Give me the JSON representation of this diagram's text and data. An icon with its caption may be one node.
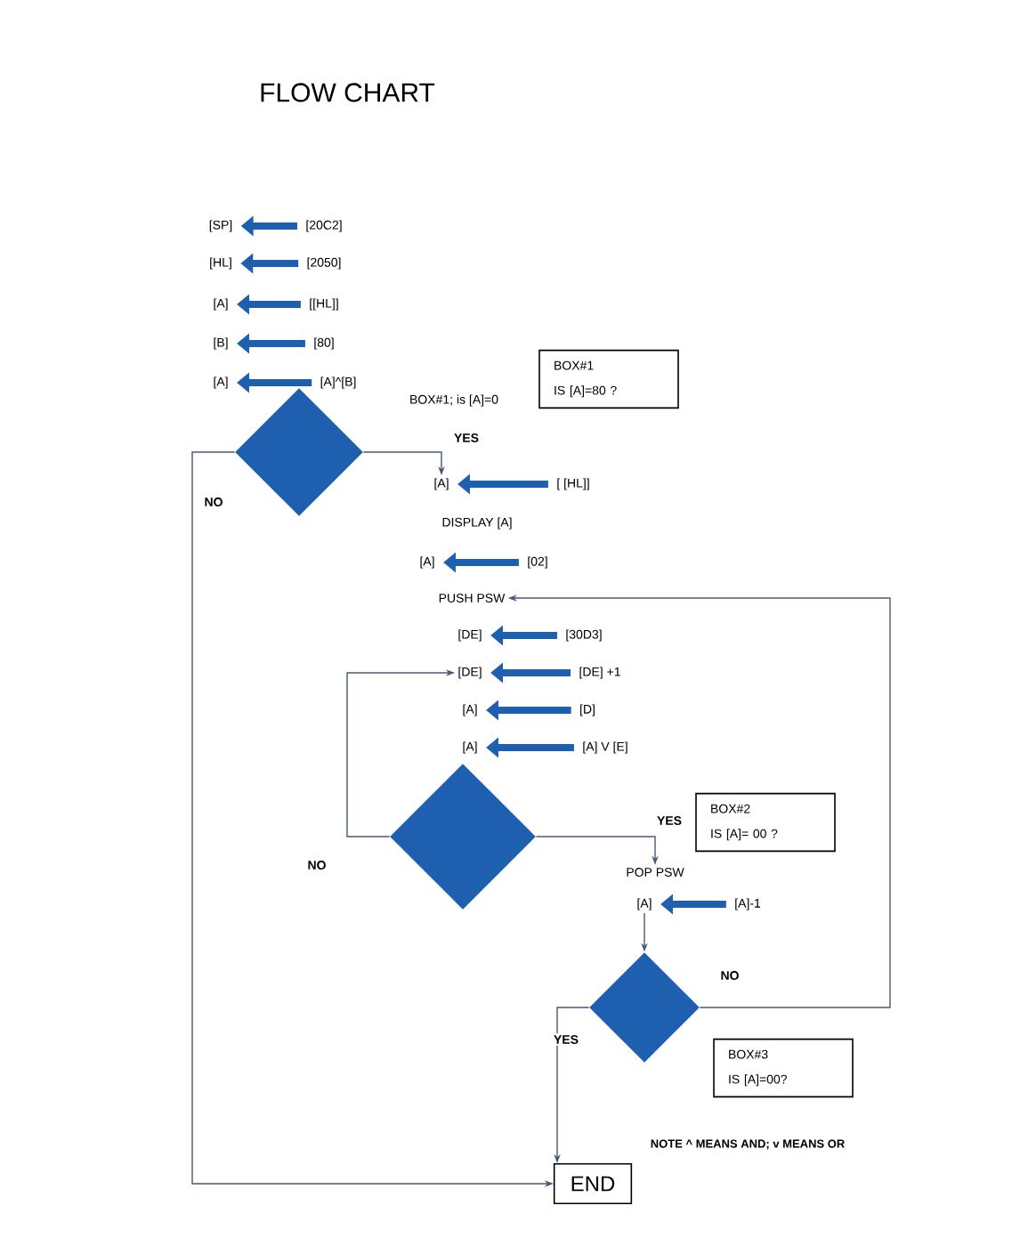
{
  "diagram": {
    "title": "FLOW CHART",
    "nodes": [
      {
        "text": [
          "[SP]"
        ]
      },
      {
        "text": [
          "[20C2]"
        ]
      },
      {
        "text": [
          "[HL]"
        ]
      },
      {
        "text": [
          "[2050]"
        ]
      },
      {
        "text": [
          "[A]"
        ]
      },
      {
        "text": [
          "[[HL]]"
        ]
      },
      {
        "text": [
          "[B]"
        ]
      },
      {
        "text": [
          "[80]"
        ]
      },
      {
        "text": [
          "[A]"
        ]
      },
      {
        "text": [
          "[A]^[B]"
        ]
      },
      {
        "text": [],
        "shape": "diamond"
      },
      {
        "text": [
          "BOX#1; is [A]=0"
        ]
      },
      {
        "text": [
          "BOX#1",
          "IS [A]=80 ?"
        ]
      },
      {
        "text": [
          "[A]"
        ]
      },
      {
        "text": [
          "[ [HL]]"
        ]
      },
      {
        "text": [
          "DISPLAY [A]"
        ]
      },
      {
        "text": [
          "[A]"
        ]
      },
      {
        "text": [
          "[02]"
        ]
      },
      {
        "text": [
          "PUSH PSW"
        ]
      },
      {
        "text": [
          "[DE]"
        ]
      },
      {
        "text": [
          "[30D3]"
        ]
      },
      {
        "text": [
          "[DE]"
        ]
      },
      {
        "text": [
          "[DE] +1"
        ]
      },
      {
        "text": [
          "[A]"
        ]
      },
      {
        "text": [
          "[D]"
        ]
      },
      {
        "text": [
          "[A]"
        ]
      },
      {
        "text": [
          "[A] V [E]"
        ]
      },
      {
        "text": [],
        "shape": "diamond"
      },
      {
        "text": [
          "BOX#2",
          "IS [A]= 00 ?"
        ]
      },
      {
        "text": [
          "POP PSW"
        ]
      },
      {
        "text": [
          "[A]"
        ]
      },
      {
        "text": [
          "[A]-1"
        ]
      },
      {
        "text": [],
        "shape": "diamond"
      },
      {
        "text": [
          "BOX#3",
          "IS [A]=00?"
        ]
      },
      {
        "text": [
          "END"
        ]
      }
    ],
    "edges": [
      {
        "from": 1,
        "to": 0,
        "arrow": "to"
      },
      {
        "from": 3,
        "to": 2,
        "arrow": "to"
      },
      {
        "from": 5,
        "to": 4,
        "arrow": "to"
      },
      {
        "from": 7,
        "to": 6,
        "arrow": "to"
      },
      {
        "from": 9,
        "to": 8,
        "arrow": "to"
      },
      {
        "from": 10,
        "to": 13,
        "arrow": "to",
        "label": "YES",
        "color": "#465a78"
      },
      {
        "from": 10,
        "to": 34,
        "arrow": "to",
        "label": "NO",
        "color": "#465a78"
      },
      {
        "from": 14,
        "to": 13,
        "arrow": "to"
      },
      {
        "from": 17,
        "to": 16,
        "arrow": "to"
      },
      {
        "from": 20,
        "to": 19,
        "arrow": "to"
      },
      {
        "from": 22,
        "to": 21,
        "arrow": "to"
      },
      {
        "from": 24,
        "to": 23,
        "arrow": "to"
      },
      {
        "from": 26,
        "to": 25,
        "arrow": "to"
      },
      {
        "from": 27,
        "to": 21,
        "arrow": "to",
        "label": "NO",
        "color": "#465a78"
      },
      {
        "from": 27,
        "to": 29,
        "arrow": "to",
        "label": "YES",
        "color": "#465a78"
      },
      {
        "from": 31,
        "to": 30,
        "arrow": "to"
      },
      {
        "from": 30,
        "to": 32,
        "arrow": "to",
        "color": "#465a78"
      },
      {
        "from": 32,
        "to": 18,
        "arrow": "to",
        "label": "NO",
        "color": "#465a78"
      },
      {
        "from": 32,
        "to": 34,
        "arrow": "to",
        "label": "YES",
        "color": "#465a78"
      }
    ],
    "labels": [
      "NOTE ^ MEANS AND; v MEANS OR"
    ]
  }
}
